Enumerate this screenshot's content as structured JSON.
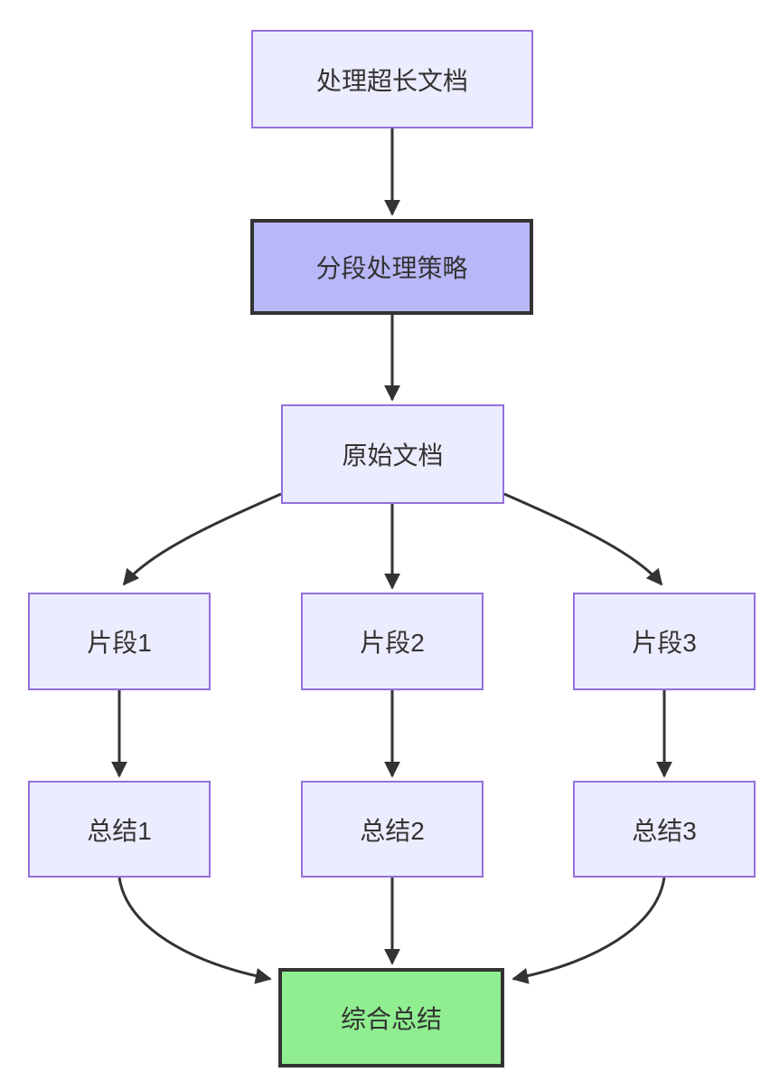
{
  "diagram": {
    "type": "flowchart",
    "direction": "top-down",
    "nodes": {
      "A": {
        "label": "处理超长文档",
        "style": "default"
      },
      "B": {
        "label": "分段处理策略",
        "style": "highlight"
      },
      "C": {
        "label": "原始文档",
        "style": "default"
      },
      "D1": {
        "label": "片段1",
        "style": "default"
      },
      "D2": {
        "label": "片段2",
        "style": "default"
      },
      "D3": {
        "label": "片段3",
        "style": "default"
      },
      "E1": {
        "label": "总结1",
        "style": "default"
      },
      "E2": {
        "label": "总结2",
        "style": "default"
      },
      "E3": {
        "label": "总结3",
        "style": "default"
      },
      "F": {
        "label": "综合总结",
        "style": "result"
      }
    },
    "edges": [
      {
        "from": "处理超长文档",
        "to": "分段处理策略"
      },
      {
        "from": "分段处理策略",
        "to": "原始文档"
      },
      {
        "from": "原始文档",
        "to": "片段1"
      },
      {
        "from": "原始文档",
        "to": "片段2"
      },
      {
        "from": "原始文档",
        "to": "片段3"
      },
      {
        "from": "片段1",
        "to": "总结1"
      },
      {
        "from": "片段2",
        "to": "总结2"
      },
      {
        "from": "片段3",
        "to": "总结3"
      },
      {
        "from": "总结1",
        "to": "综合总结"
      },
      {
        "from": "总结2",
        "to": "综合总结"
      },
      {
        "from": "总结3",
        "to": "综合总结"
      }
    ],
    "colors": {
      "background": "#ffffff",
      "node_fill": "#ECECFF",
      "node_border": "#9370DB",
      "highlight_fill": "#b8b8f8",
      "highlight_border": "#333333",
      "result_fill": "#90EE90",
      "result_border": "#333333",
      "edge": "#333333",
      "text": "#333333"
    }
  }
}
